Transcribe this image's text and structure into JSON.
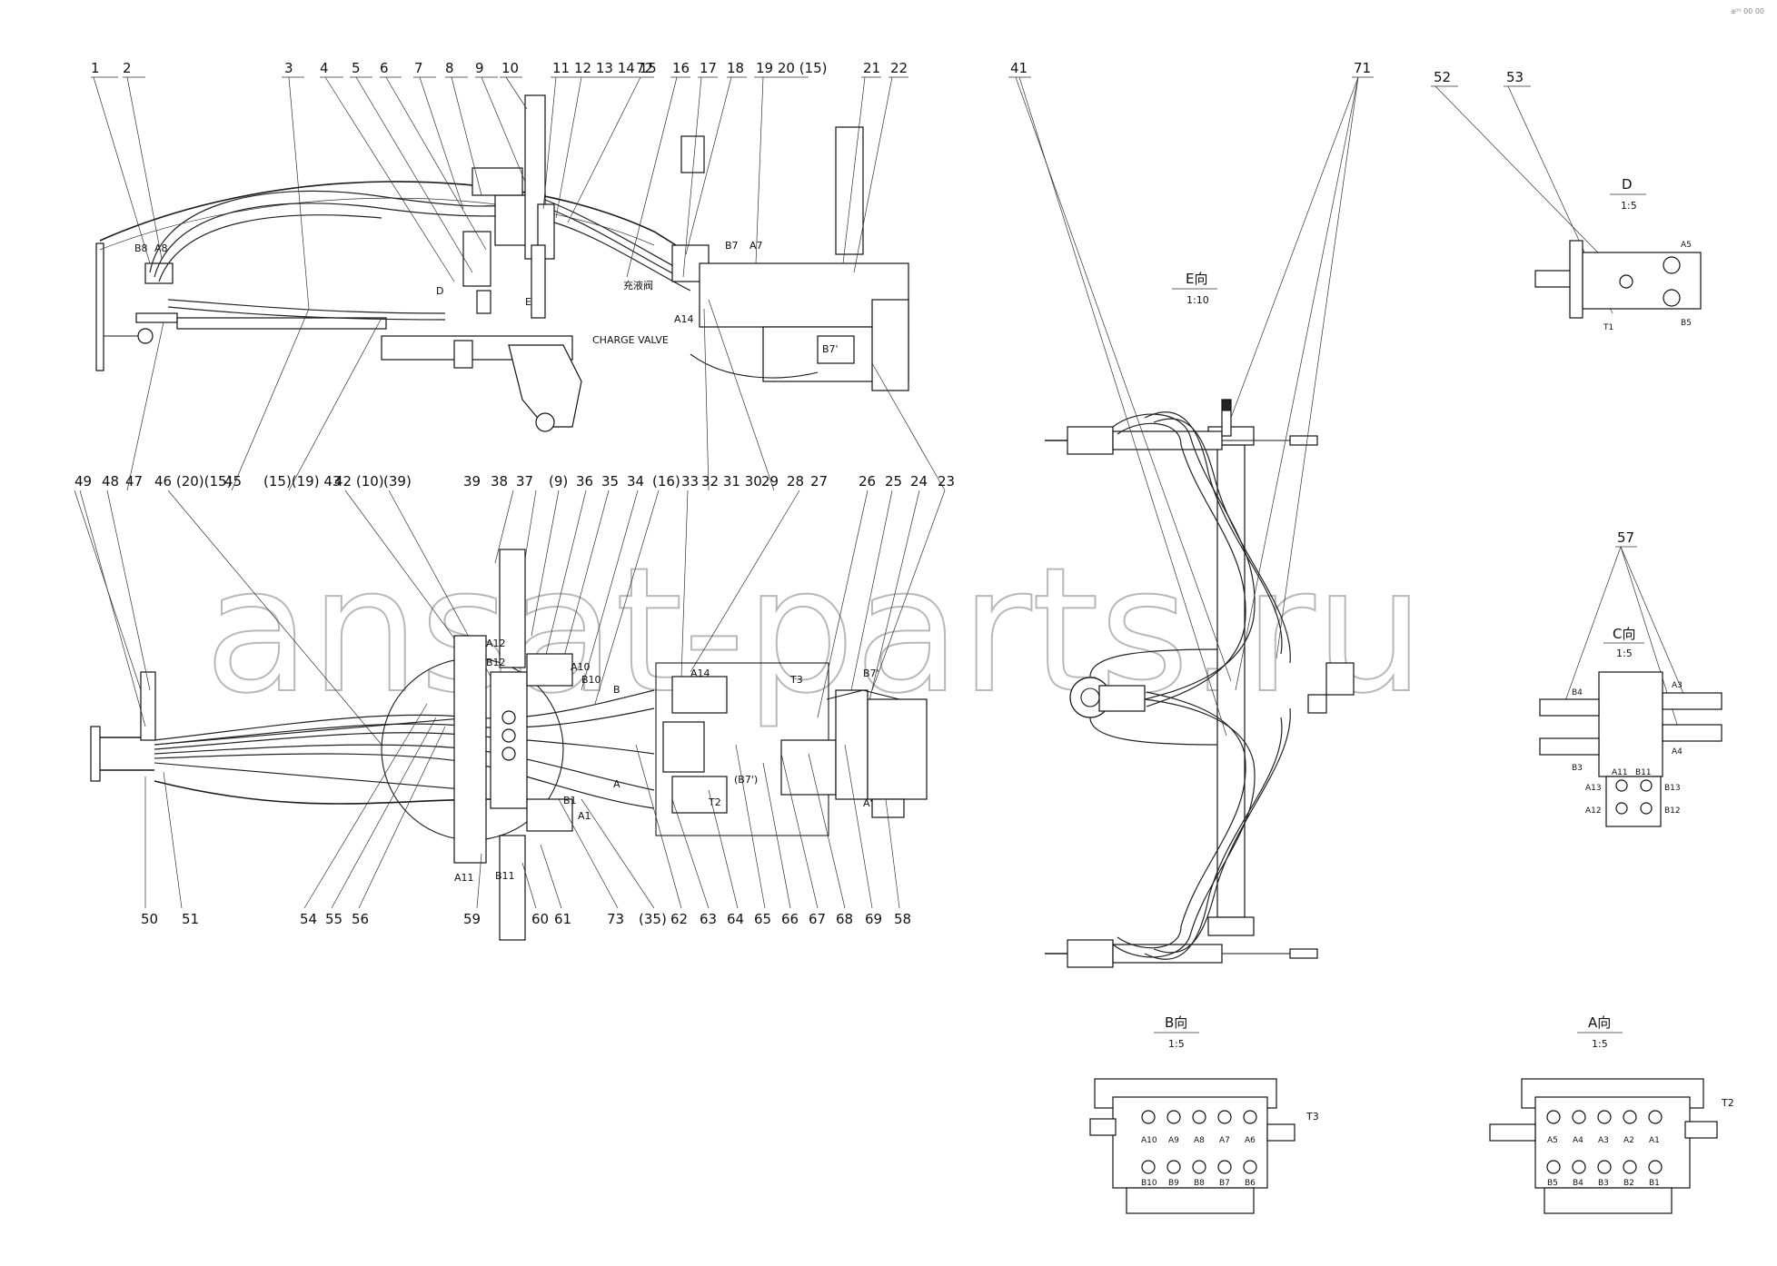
{
  "watermark": "ansat-parts.ru",
  "corner_note": "a⁰⁰ 00 00",
  "views": {
    "D": {
      "name": "D",
      "scale": "1:5",
      "ports": [
        "A5",
        "B5",
        "T1"
      ]
    },
    "E": {
      "name": "E向",
      "scale": "1:10"
    },
    "C": {
      "name": "C向",
      "scale": "1:5",
      "ports": [
        "B4",
        "A3",
        "B3",
        "A4",
        "A11",
        "B11",
        "A13",
        "B13",
        "A12",
        "B12"
      ]
    },
    "B": {
      "name": "B向",
      "scale": "1:5",
      "top_ports": [
        "A10",
        "A9",
        "A8",
        "A7",
        "A6"
      ],
      "bottom_ports": [
        "B10",
        "B9",
        "B8",
        "B7",
        "B6"
      ],
      "tank": "T3"
    },
    "A": {
      "name": "A向",
      "scale": "1:5",
      "top_ports": [
        "A5",
        "A4",
        "A3",
        "A2",
        "A1"
      ],
      "bottom_ports": [
        "B5",
        "B4",
        "B3",
        "B2",
        "B1"
      ],
      "tank": "T2"
    }
  },
  "top_labels": [
    "1",
    "2",
    "3",
    "4",
    "5",
    "6",
    "7",
    "8",
    "9",
    "10",
    "11",
    "12 13 14 15",
    "72",
    "16",
    "17",
    "18",
    "19 20 (15)",
    "21",
    "22"
  ],
  "mid_labels": [
    "47",
    "46 (20)(15)",
    "45",
    "(15)(19) 43",
    "42 (10)",
    "(39)",
    "39",
    "38",
    "37",
    "(9)",
    "36",
    "35",
    "34",
    "(16)",
    "33",
    "32 31 30",
    "29",
    "28",
    "27",
    "26",
    "25",
    "24",
    "23"
  ],
  "left_labels": [
    "49",
    "48"
  ],
  "bottom_labels": [
    "50",
    "51",
    "54",
    "55",
    "56",
    "59",
    "60",
    "61",
    "73",
    "(35)",
    "62",
    "63",
    "64",
    "65",
    "66",
    "67",
    "68",
    "69",
    "58"
  ],
  "right_labels": [
    "41",
    "71",
    "52",
    "53",
    "57"
  ],
  "callouts": {
    "charge_cn": "充液阀",
    "charge_en": "CHARGE VALVE",
    "b8": "B8",
    "a8": "A8",
    "d": "D",
    "e": "E",
    "b7": "B7",
    "a7": "A7",
    "a14": "A14",
    "b7p": "B7'",
    "a12": "A12",
    "b12": "B12",
    "b10": "B10",
    "a10": "A10",
    "a14b": "A14",
    "b": "B",
    "t3": "T3",
    "b7b": "B7'",
    "a": "A",
    "t2": "T2",
    "b7c": "(B7')",
    "b1": "B1",
    "a1": "A1",
    "a11": "A11",
    "b11": "B11",
    "ap": "A'"
  }
}
